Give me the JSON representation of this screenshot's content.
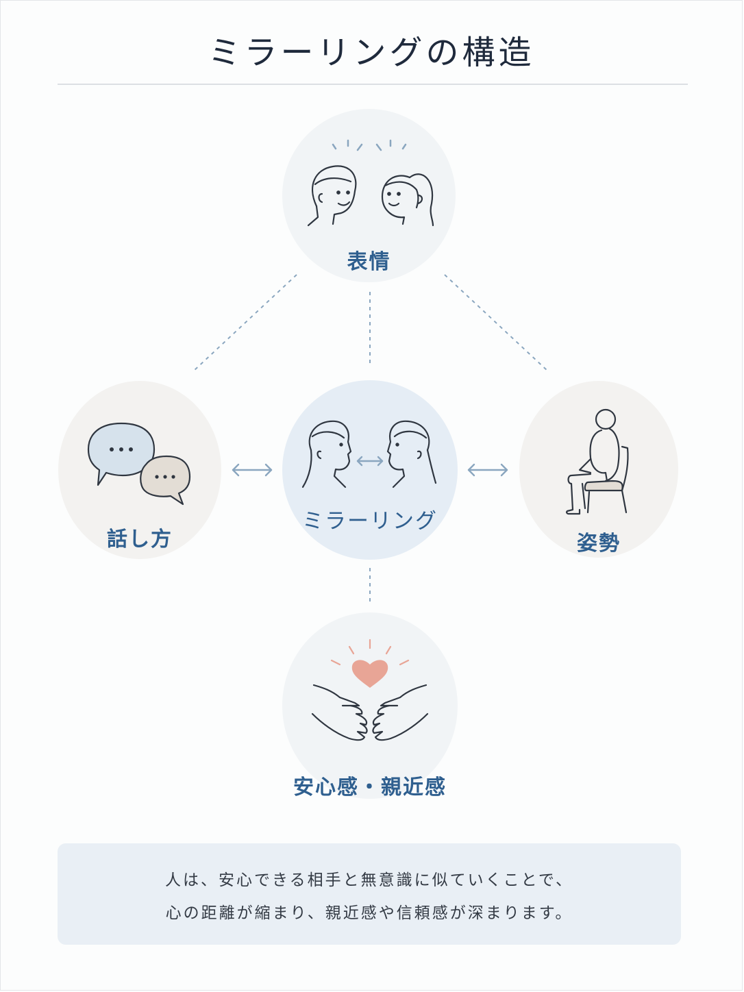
{
  "title": "ミラーリングの構造",
  "nodes": {
    "top": {
      "label": "表情",
      "icon": "two-faces-icon"
    },
    "left": {
      "label": "話し方",
      "icon": "speech-bubbles-icon"
    },
    "center": {
      "label": "ミラーリング",
      "icon": "mirroring-faces-icon"
    },
    "right": {
      "label": "姿勢",
      "icon": "seated-person-icon"
    },
    "bottom": {
      "label": "安心感・親近感",
      "icon": "hands-heart-icon"
    }
  },
  "note": {
    "line1": "人は、安心できる相手と無意識に似ていくことで、",
    "line2": "心の距離が縮まり、親近感や信頼感が深まります。"
  },
  "colors": {
    "label": "#2f5f8f",
    "line": "#8aa6bf",
    "center_bg": "#e5edf5",
    "warm_bg": "#f3f2f0",
    "cool_bg": "#f1f4f6",
    "heart": "#e8a596",
    "note_bg": "#e9eff5"
  }
}
